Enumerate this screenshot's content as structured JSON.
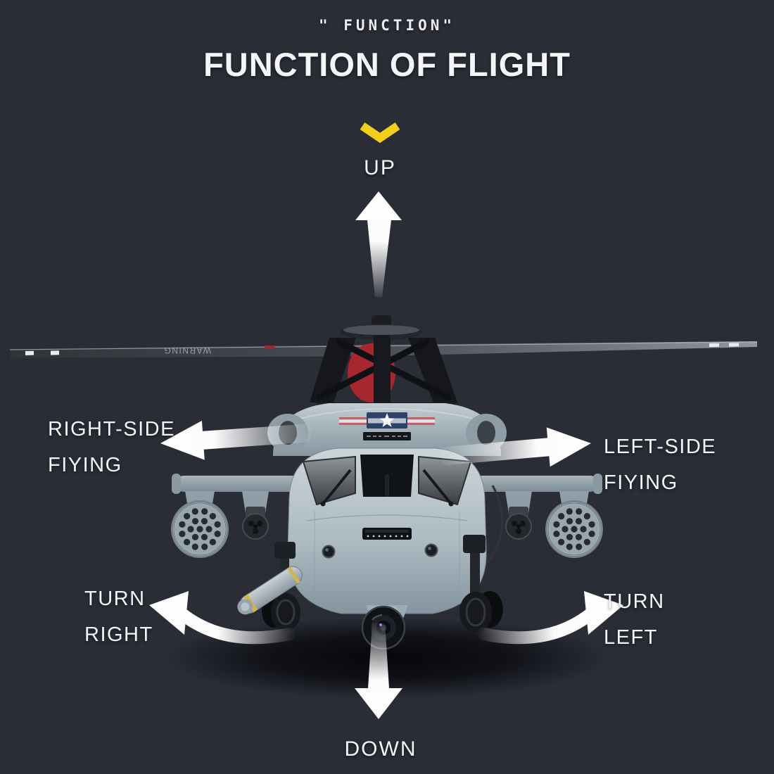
{
  "page": {
    "background_color": "#2a2c36",
    "accent_yellow": "#f2cf1d",
    "arrow_color": "#ffffff",
    "text_color": "#f4f5f7"
  },
  "header": {
    "tagline": "\" FUNCTION\"",
    "title": "FUNCTION OF FLIGHT"
  },
  "labels": {
    "up": "UP",
    "down": "DOWN",
    "right_side_line1": "RIGHT-SIDE",
    "right_side_line2": "FIYING",
    "left_side_line1": "LEFT-SIDE",
    "left_side_line2": "FIYING",
    "turn_right_line1": "TURN",
    "turn_right_line2": "RIGHT",
    "turn_left_line1": "TURN",
    "turn_left_line2": "LEFT"
  },
  "helicopter": {
    "rotor_warning_text": "WARNING",
    "style": "UH-60 Black Hawk RC model, front view",
    "insignia": "us-star-roundel"
  },
  "icons": {
    "chevron": "yellow-chevron-down-icon",
    "arrows": [
      "up-arrow",
      "down-arrow",
      "left-fly-arrow",
      "right-fly-arrow",
      "turn-right-curved-arrow",
      "turn-left-curved-arrow"
    ]
  }
}
